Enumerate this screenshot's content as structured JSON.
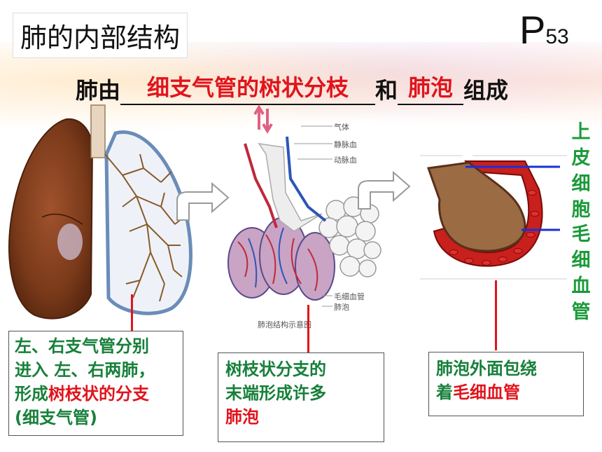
{
  "title": "肺的内部结构",
  "page_ref": {
    "letter": "P",
    "number": "53"
  },
  "sentence": {
    "prefix": "肺由",
    "blank1_answer": "细支气管的树状分枝",
    "middle": "和",
    "blank2_answer": "肺泡",
    "suffix": "组成"
  },
  "diagram_labels": {
    "gas": "气体",
    "vein_blood": "静脉血",
    "artery_blood": "动脉血",
    "capillary": "毛细血管",
    "alveolus": "肺泡",
    "caption": "肺泡结构示意图"
  },
  "side_labels": {
    "epithelium": [
      "上",
      "皮",
      "细",
      "胞"
    ],
    "capillary": [
      "毛",
      "细",
      "血",
      "管"
    ]
  },
  "callouts": {
    "left": {
      "line1": "左、右支气管分别",
      "line2": "进入 左、右两肺，",
      "line3_prefix": "形成",
      "line3_highlight": "树枝状的分支",
      "line4": "(细支气管)"
    },
    "middle": {
      "line1": "树枝状分支的",
      "line2": "末端形成许多",
      "line3": "肺泡"
    },
    "right": {
      "line1": "肺泡外面包绕",
      "line2_prefix": "着",
      "line2_highlight": "毛细血管"
    }
  },
  "colors": {
    "answer_red": "#e0141c",
    "label_green": "#1b9a3a",
    "pointer_blue": "#1a2fd6"
  }
}
